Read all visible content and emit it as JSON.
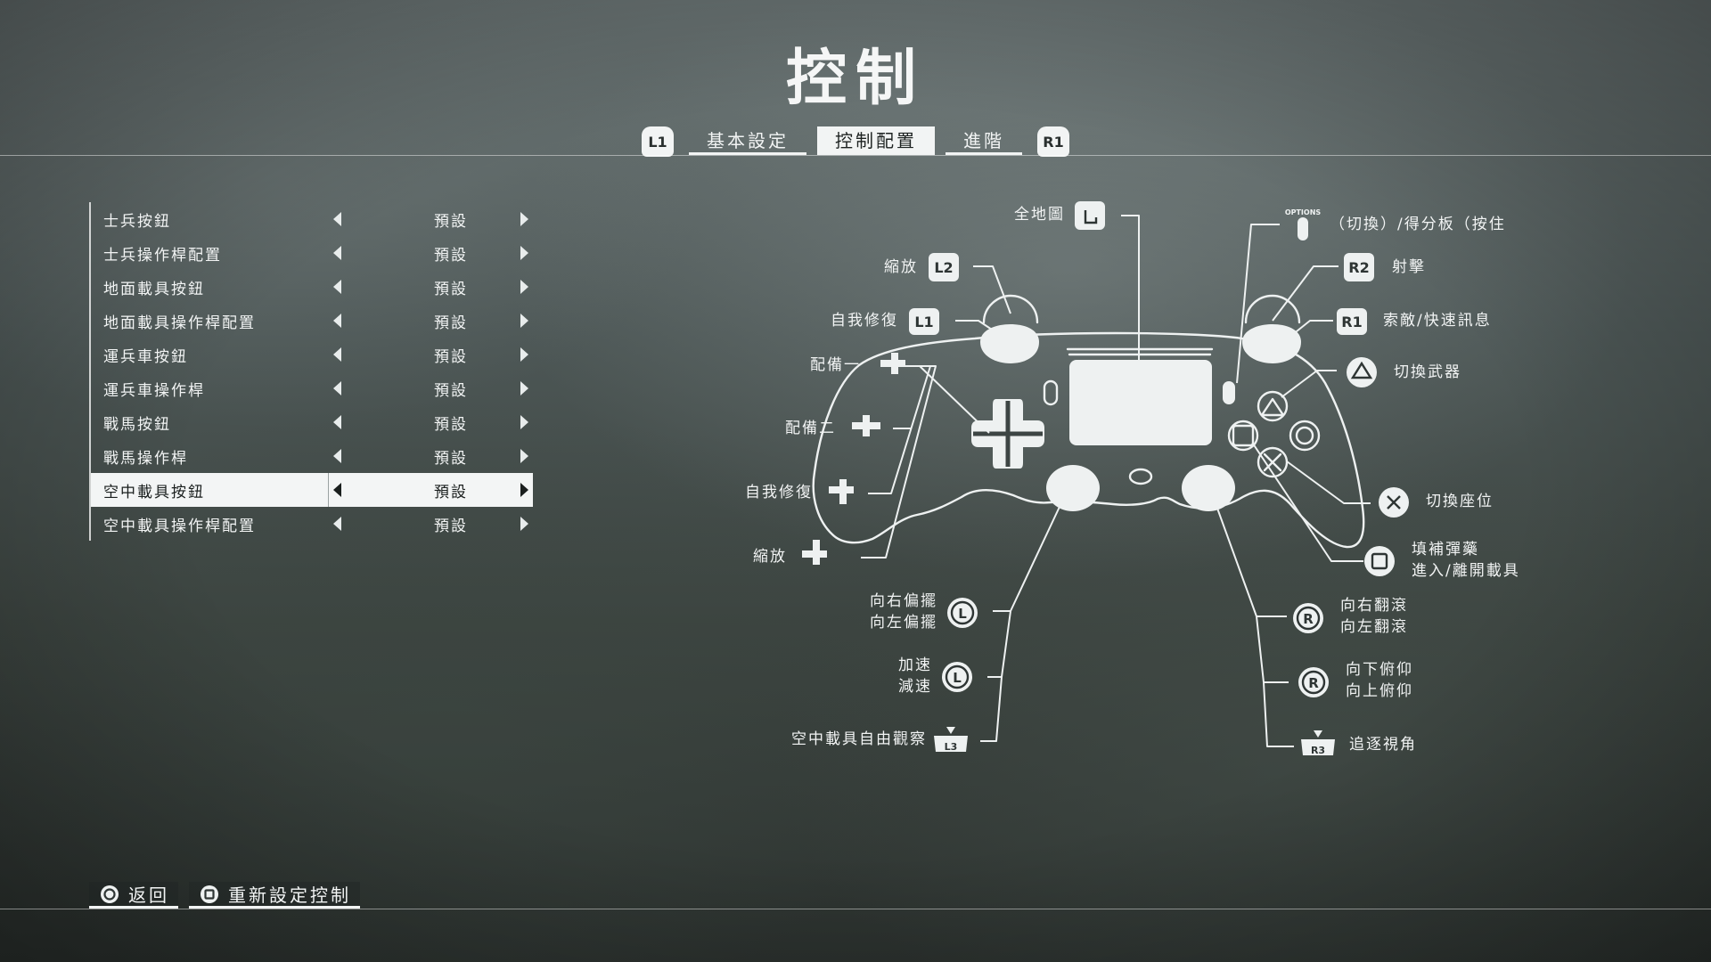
{
  "title": "控制",
  "tabs": [
    {
      "label": "基本設定",
      "active": false
    },
    {
      "label": "控制配置",
      "active": true
    },
    {
      "label": "進階",
      "active": false
    }
  ],
  "bumpers": {
    "left": "L1",
    "right": "R1"
  },
  "menu": [
    {
      "label": "士兵按鈕",
      "value": "預設"
    },
    {
      "label": "士兵操作桿配置",
      "value": "預設"
    },
    {
      "label": "地面載具按鈕",
      "value": "預設"
    },
    {
      "label": "地面載具操作桿配置",
      "value": "預設"
    },
    {
      "label": "運兵車按鈕",
      "value": "預設"
    },
    {
      "label": "運兵車操作桿",
      "value": "預設"
    },
    {
      "label": "戰馬按鈕",
      "value": "預設"
    },
    {
      "label": "戰馬操作桿",
      "value": "預設"
    },
    {
      "label": "空中載具按鈕",
      "value": "預設",
      "selected": true
    },
    {
      "label": "空中載具操作桿配置",
      "value": "預設"
    }
  ],
  "controls": {
    "map": "全地圖",
    "l2": "縮放",
    "l1": "自我修復",
    "dpad_left": "配備一",
    "dpad_right": "配備二",
    "dpad_down": "自我修復",
    "dpad_up": "縮放",
    "lstick_lr_1": "向右偏擺",
    "lstick_lr_2": "向左偏擺",
    "lstick_ud_1": "加速",
    "lstick_ud_2": "減速",
    "l3": "空中載具自由觀察",
    "options": "（切換）/得分板（按住",
    "options_word": "OPTIONS",
    "r2": "射擊",
    "r1": "索敵/快速訊息",
    "triangle": "切換武器",
    "cross": "切換座位",
    "square_1": "填補彈藥",
    "square_2": "進入/離開載具",
    "rstick_lr_1": "向右翻滾",
    "rstick_lr_2": "向左翻滾",
    "rstick_ud_1": "向下俯仰",
    "rstick_ud_2": "向上俯仰",
    "r3": "追逐視角",
    "badge_l2": "L2",
    "badge_l1": "L1",
    "badge_r2": "R2",
    "badge_r1": "R1",
    "stick_l": "L",
    "stick_r": "R",
    "badge_l3": "L3",
    "badge_r3": "R3"
  },
  "footer": [
    {
      "label": "返回",
      "icon": "circle-button-icon"
    },
    {
      "label": "重新設定控制",
      "icon": "square-button-icon"
    }
  ]
}
